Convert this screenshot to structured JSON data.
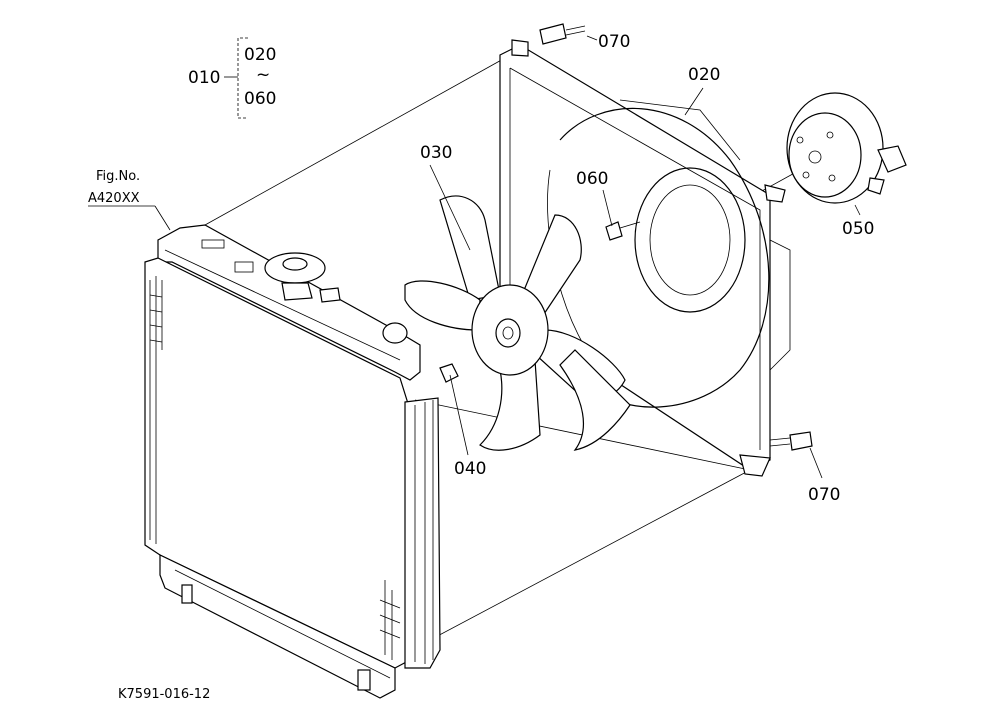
{
  "figure": {
    "fig_no_label": "Fig.No.",
    "fig_no_value": "A420XX",
    "drawing_id": "K7591-016-12"
  },
  "group": {
    "label": "010",
    "range_start": "020",
    "range_tilde": "~",
    "range_end": "060"
  },
  "callouts": {
    "fan_shroud": "020",
    "fan": "030",
    "nut": "040",
    "motor": "050",
    "screw": "060",
    "bolt_top": "070",
    "bolt_bottom": "070"
  }
}
